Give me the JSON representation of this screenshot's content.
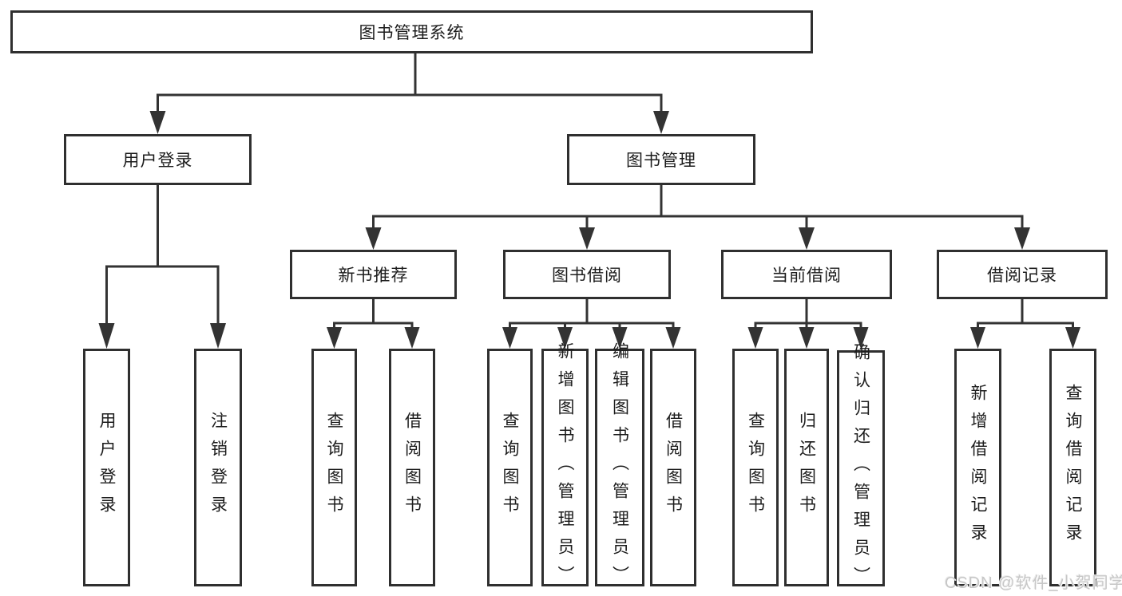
{
  "diagram": {
    "type": "hierarchy-tree",
    "colors": {
      "line": "#333333",
      "box_border": "#2f2f2f",
      "box_fill": "#ffffff",
      "text": "#1c1c1c",
      "watermark": "#c7c7c7"
    },
    "tree": {
      "label": "图书管理系统",
      "children": [
        {
          "label": "用户登录",
          "children": [
            {
              "label": "用户登录"
            },
            {
              "label": "注销登录"
            }
          ]
        },
        {
          "label": "图书管理",
          "children": [
            {
              "label": "新书推荐",
              "children": [
                {
                  "label": "查询图书"
                },
                {
                  "label": "借阅图书"
                }
              ]
            },
            {
              "label": "图书借阅",
              "children": [
                {
                  "label": "查询图书"
                },
                {
                  "label": "新增图书（管理员）"
                },
                {
                  "label": "编辑图书（管理员）"
                },
                {
                  "label": "借阅图书"
                }
              ]
            },
            {
              "label": "当前借阅",
              "children": [
                {
                  "label": "查询图书"
                },
                {
                  "label": "归还图书"
                },
                {
                  "label": "确认归还（管理员）"
                }
              ]
            },
            {
              "label": "借阅记录",
              "children": [
                {
                  "label": "新增借阅记录"
                },
                {
                  "label": "查询借阅记录"
                }
              ]
            }
          ]
        }
      ]
    },
    "watermark": {
      "text": "CSDN @软件_小贺同学"
    }
  }
}
